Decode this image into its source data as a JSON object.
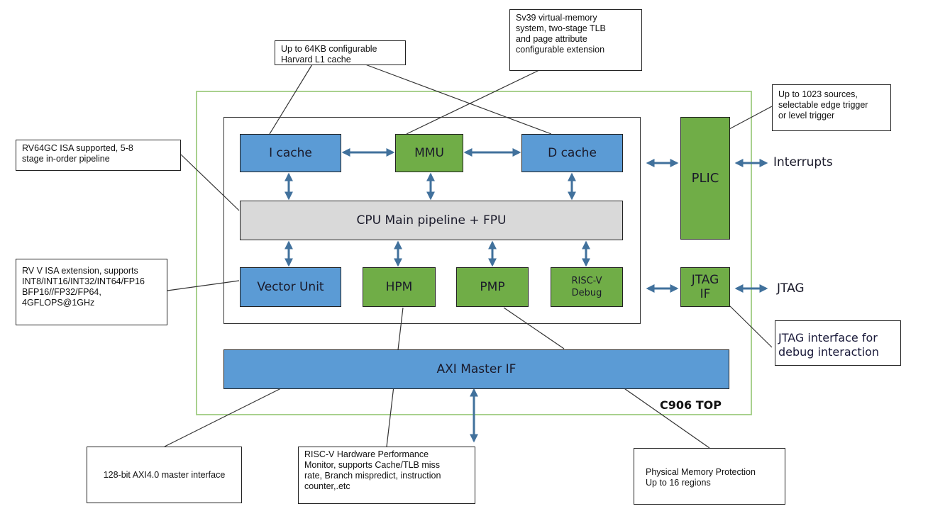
{
  "diagram": {
    "top_label": "C906 TOP",
    "colors": {
      "blue_block": "#5b9bd5",
      "green_block": "#70ad47",
      "grey_block": "#d9d9d9",
      "top_border": "#a9d18e",
      "arrow": "#41719c"
    },
    "blocks": {
      "icache": "I cache",
      "mmu": "MMU",
      "dcache": "D cache",
      "pipeline": "CPU Main pipeline  + FPU",
      "vector": "Vector Unit",
      "hpm": "HPM",
      "pmp": "PMP",
      "debug": "RISC-V\nDebug",
      "axi": "AXI Master IF",
      "plic": "PLIC",
      "jtag_if": "JTAG\nIF"
    },
    "external": {
      "interrupts": "Interrupts",
      "jtag": "JTAG"
    },
    "notes": {
      "l1cache": "Up to 64KB configurable\nHarvard L1 cache",
      "mmu": "Sv39 virtual-memory\nsystem, two-stage TLB\nand page attribute\nconfigurable extension",
      "plic": "Up to 1023 sources,\nselectable edge trigger\nor level trigger",
      "isa": "RV64GC ISA supported, 5-8\nstage in-order pipeline",
      "vector": "RV V ISA extension, supports\nINT8/INT16/INT32/INT64/FP16\nBFP16//FP32/FP64,\n4GFLOPS@1GHz",
      "jtag": "JTAG interface for\ndebug interaction",
      "axi": "128-bit AXI4.0 master interface",
      "hpm": "RISC-V Hardware Performance\nMonitor, supports Cache/TLB miss\nrate, Branch mispredict, instruction\ncounter,.etc",
      "pmp": "Physical Memory Protection\nUp to 16 regions"
    }
  }
}
